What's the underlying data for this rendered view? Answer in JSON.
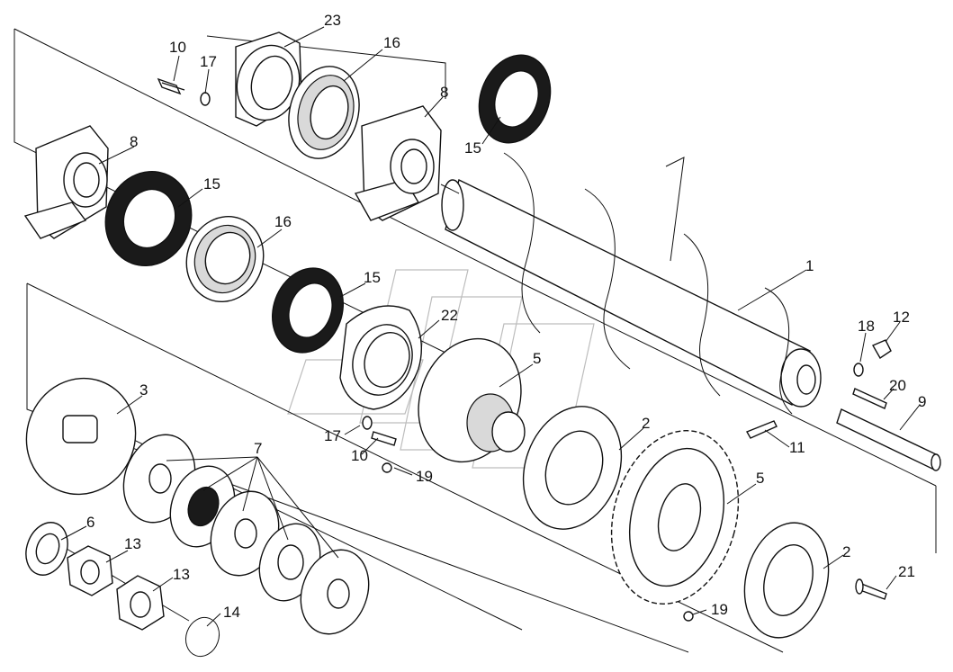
{
  "diagram": {
    "callouts": [
      {
        "id": "c10a",
        "label": "10"
      },
      {
        "id": "c17a",
        "label": "17"
      },
      {
        "id": "c23",
        "label": "23"
      },
      {
        "id": "c16a",
        "label": "16"
      },
      {
        "id": "c8a",
        "label": "8"
      },
      {
        "id": "c15a",
        "label": "15"
      },
      {
        "id": "c8b",
        "label": "8"
      },
      {
        "id": "c15b",
        "label": "15"
      },
      {
        "id": "c16b",
        "label": "16"
      },
      {
        "id": "c15c",
        "label": "15"
      },
      {
        "id": "c22",
        "label": "22"
      },
      {
        "id": "c1",
        "label": "1"
      },
      {
        "id": "c18",
        "label": "18"
      },
      {
        "id": "c12",
        "label": "12"
      },
      {
        "id": "c20",
        "label": "20"
      },
      {
        "id": "c9",
        "label": "9"
      },
      {
        "id": "c11",
        "label": "11"
      },
      {
        "id": "c5a",
        "label": "5"
      },
      {
        "id": "c3",
        "label": "3"
      },
      {
        "id": "c17b",
        "label": "17"
      },
      {
        "id": "c10b",
        "label": "10"
      },
      {
        "id": "c19a",
        "label": "19"
      },
      {
        "id": "c7",
        "label": "7"
      },
      {
        "id": "c2a",
        "label": "2"
      },
      {
        "id": "c5b",
        "label": "5"
      },
      {
        "id": "c6",
        "label": "6"
      },
      {
        "id": "c13a",
        "label": "13"
      },
      {
        "id": "c13b",
        "label": "13"
      },
      {
        "id": "c14",
        "label": "14"
      },
      {
        "id": "c19b",
        "label": "19"
      },
      {
        "id": "c2b",
        "label": "2"
      },
      {
        "id": "c21",
        "label": "21"
      }
    ]
  }
}
